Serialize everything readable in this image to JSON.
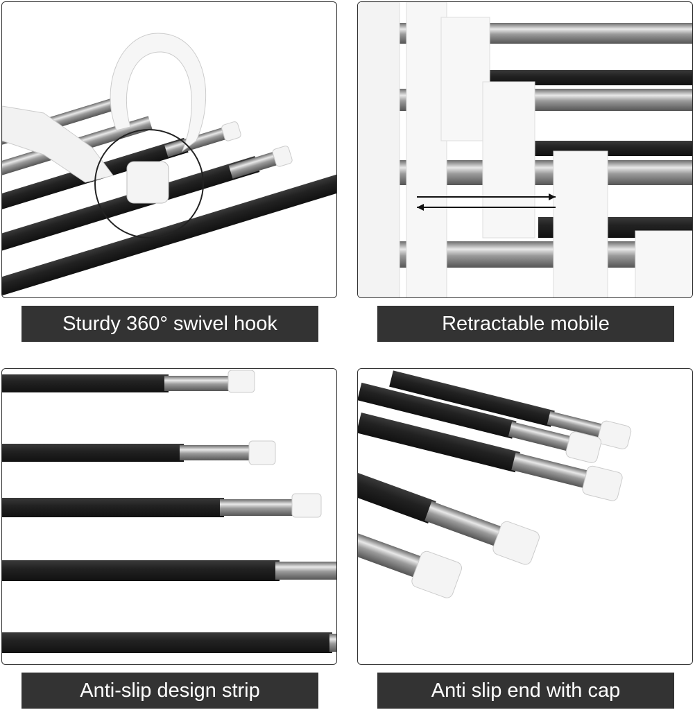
{
  "panels": [
    {
      "caption": "Sturdy 360° swivel hook"
    },
    {
      "caption": "Retractable mobile"
    },
    {
      "caption": "Anti-slip design strip"
    },
    {
      "caption": "Anti slip end with cap"
    }
  ],
  "colors": {
    "caption_bg": "#333333",
    "caption_text": "#ffffff",
    "rod_black": "#1e1e1e",
    "cap_white": "#f4f4f4"
  }
}
